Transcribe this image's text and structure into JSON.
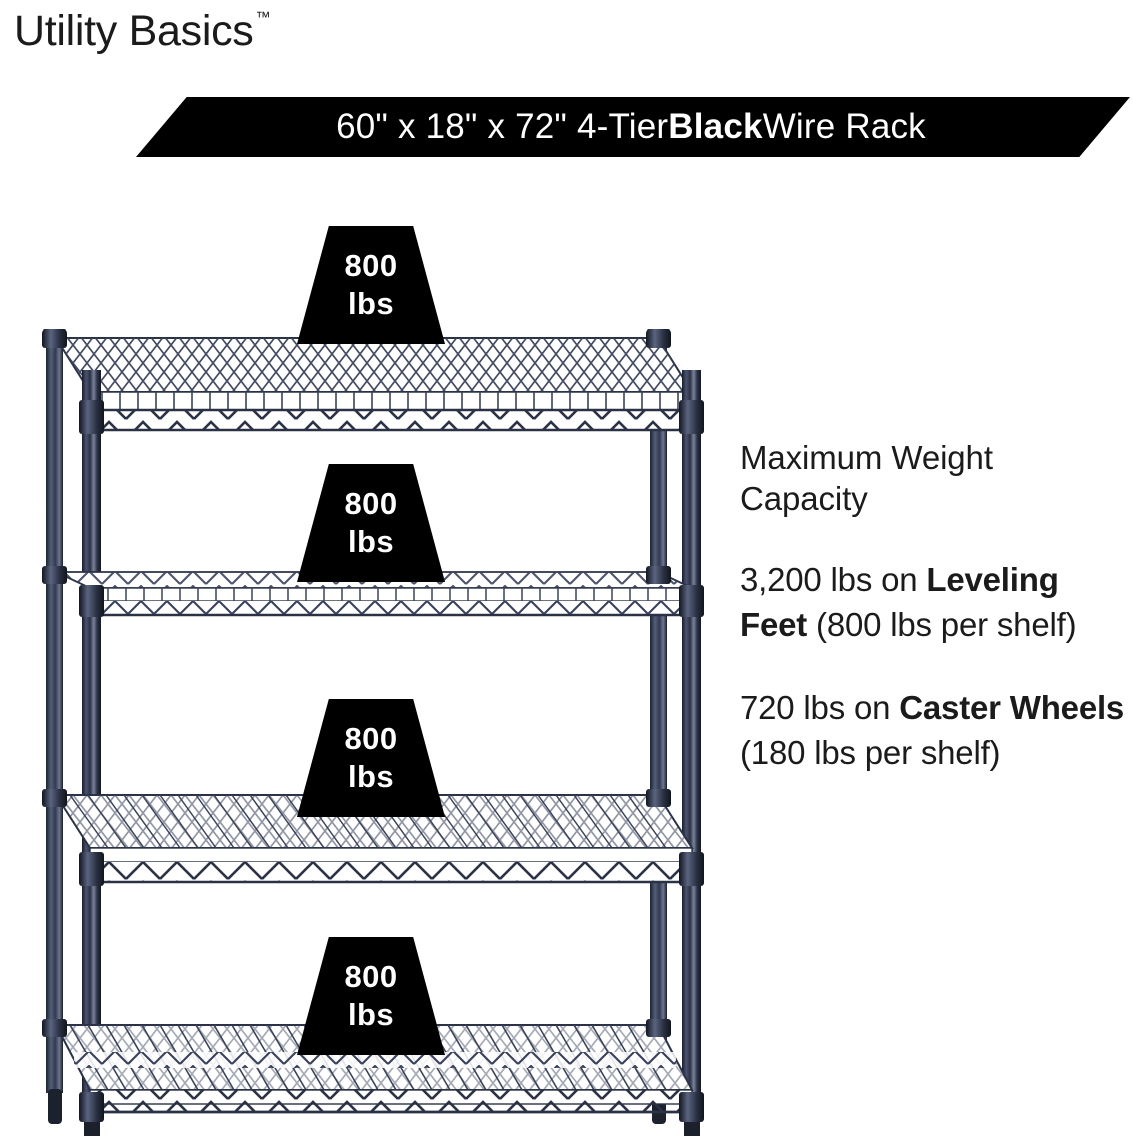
{
  "brand": {
    "name": "Utility Basics",
    "trademark": "™"
  },
  "title_banner": {
    "prefix": "60\" x 18\" x 72\" 4-Tier ",
    "emphasis": "Black",
    "suffix": " Wire Rack",
    "full_text": "60\" x 18\" x 72\" 4-Tier Black Wire Rack",
    "background_color": "#000000",
    "text_color": "#ffffff"
  },
  "capacity": {
    "heading": "Maximum Weight Capacity",
    "items": [
      {
        "prefix": "3,200 lbs on ",
        "emphasis": "Leveling Feet",
        "suffix": " (800 lbs per shelf)",
        "full_text": "3,200 lbs on Leveling Feet (800 lbs per shelf)"
      },
      {
        "prefix": "720 lbs on ",
        "emphasis": "Caster Wheels",
        "suffix": " (180 lbs per shelf)",
        "full_text": "720 lbs on Caster Wheels (180 lbs per shelf)"
      }
    ]
  },
  "weight_badges": [
    {
      "value": "800",
      "unit": "lbs",
      "shelf": "shelf-1-top"
    },
    {
      "value": "800",
      "unit": "lbs",
      "shelf": "shelf-2"
    },
    {
      "value": "800",
      "unit": "lbs",
      "shelf": "shelf-3"
    },
    {
      "value": "800",
      "unit": "lbs",
      "shelf": "shelf-4-bottom"
    }
  ],
  "product": {
    "tiers": 4,
    "frame_color": "#2b3246",
    "finish": "Black",
    "dimensions": "60\" x 18\" x 72\""
  },
  "colors": {
    "background": "#ffffff",
    "text": "#1b1b1b",
    "accent": "#000000",
    "frame": "#2b3246"
  }
}
